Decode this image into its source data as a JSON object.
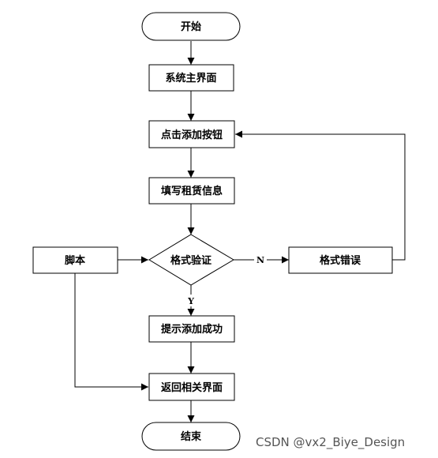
{
  "diagram": {
    "nodes": {
      "start": "开始",
      "main_ui": "系统主界面",
      "click_add": "点击添加按钮",
      "fill_info": "填写租赁信息",
      "validate": "格式验证",
      "script": "脚本",
      "format_error": "格式错误",
      "success": "提示添加成功",
      "return": "返回相关界面",
      "end": "结束"
    },
    "edge_labels": {
      "no": "N",
      "yes": "Y"
    }
  },
  "watermark": "CSDN @vx2_Biye_Design"
}
